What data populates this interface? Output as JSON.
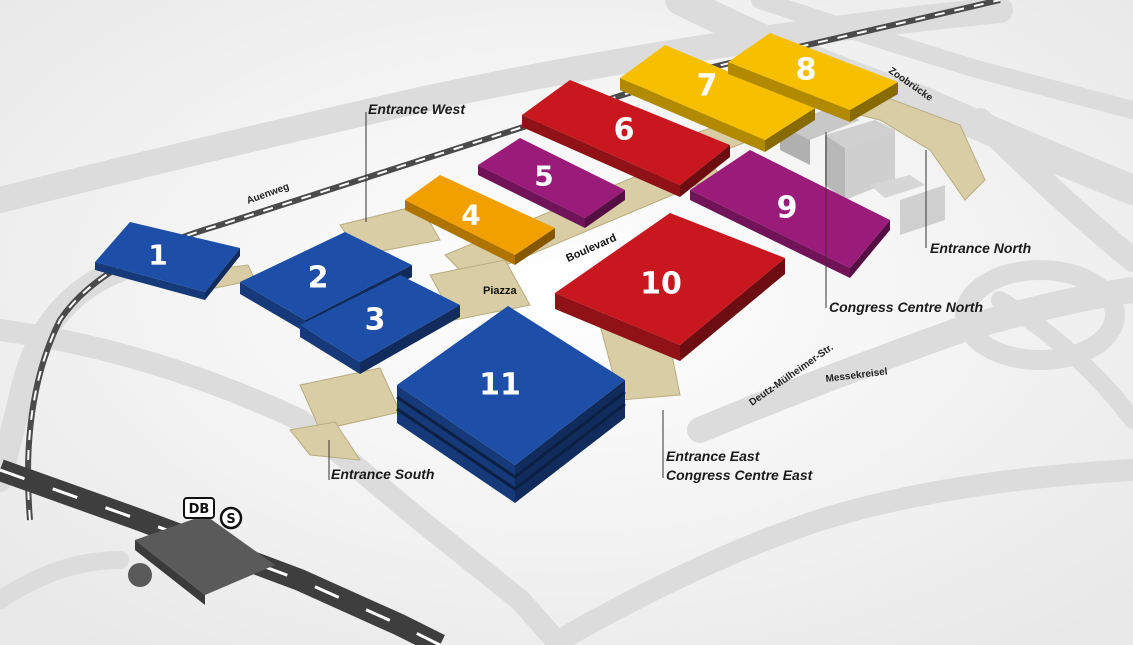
{
  "halls": [
    {
      "number": "1",
      "color": "#1d4fa8"
    },
    {
      "number": "2",
      "color": "#1d4fa8"
    },
    {
      "number": "3",
      "color": "#1d4fa8"
    },
    {
      "number": "4",
      "color": "#f2a000"
    },
    {
      "number": "5",
      "color": "#9b1b7a"
    },
    {
      "number": "6",
      "color": "#c8171e"
    },
    {
      "number": "7",
      "color": "#f6c000"
    },
    {
      "number": "8",
      "color": "#f6c000"
    },
    {
      "number": "9",
      "color": "#9b1b7a"
    },
    {
      "number": "10",
      "color": "#c8171e"
    },
    {
      "number": "11",
      "color": "#1d4fa8"
    }
  ],
  "entrances": {
    "west": "Entrance West",
    "south": "Entrance South",
    "north": "Entrance North",
    "east": "Entrance East",
    "congress_north": "Congress Centre North",
    "congress_east": "Congress Centre East"
  },
  "areas": {
    "piazza": "Piazza",
    "boulevard": "Boulevard"
  },
  "roads": {
    "auenweg": "Auenweg",
    "zoobruecke": "Zoobrücke",
    "deutz": "Deutz-Mülheimer-Str.",
    "messekreisel": "Messekreisel"
  },
  "station": {
    "db": "DB",
    "s": "S"
  },
  "colors": {
    "blue": "#1d4fa8",
    "orange": "#f2a000",
    "purple": "#9b1b7a",
    "red": "#c8171e",
    "yellow": "#f6c000",
    "walkway": "#d8cda5",
    "road": "#e3e3e3",
    "rail": "#4a4a4a"
  }
}
